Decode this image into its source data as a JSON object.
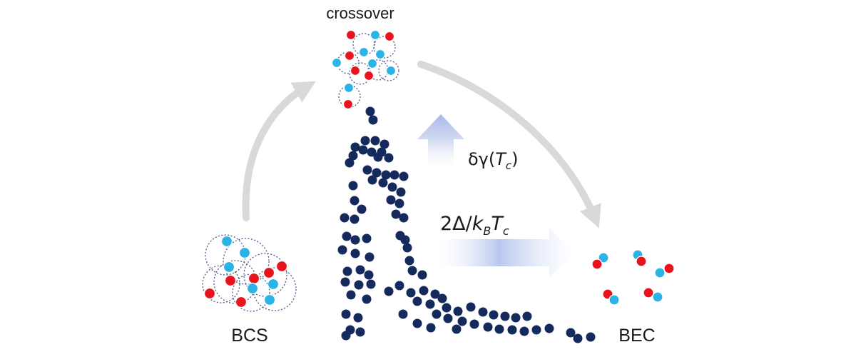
{
  "labels": {
    "crossover": "crossover",
    "bcs": "BCS",
    "bec": "BEC"
  },
  "annotations": {
    "up_arrow": {
      "prefix": "δγ(",
      "italic": "T",
      "subscript": "c",
      "suffix": ")"
    },
    "right_arrow": {
      "prefix": "2Δ/",
      "k": "k",
      "k_sub": "B",
      "t": "T",
      "t_sub": "c"
    }
  },
  "colors": {
    "spin_up": "#e8131d",
    "spin_down": "#2bb3e6",
    "data_dots": "#152a5c",
    "gray_arrows": "#d9d9d9",
    "pair_circles": "#4a5a8a",
    "blue_arrows": "#9bb0e6"
  }
}
